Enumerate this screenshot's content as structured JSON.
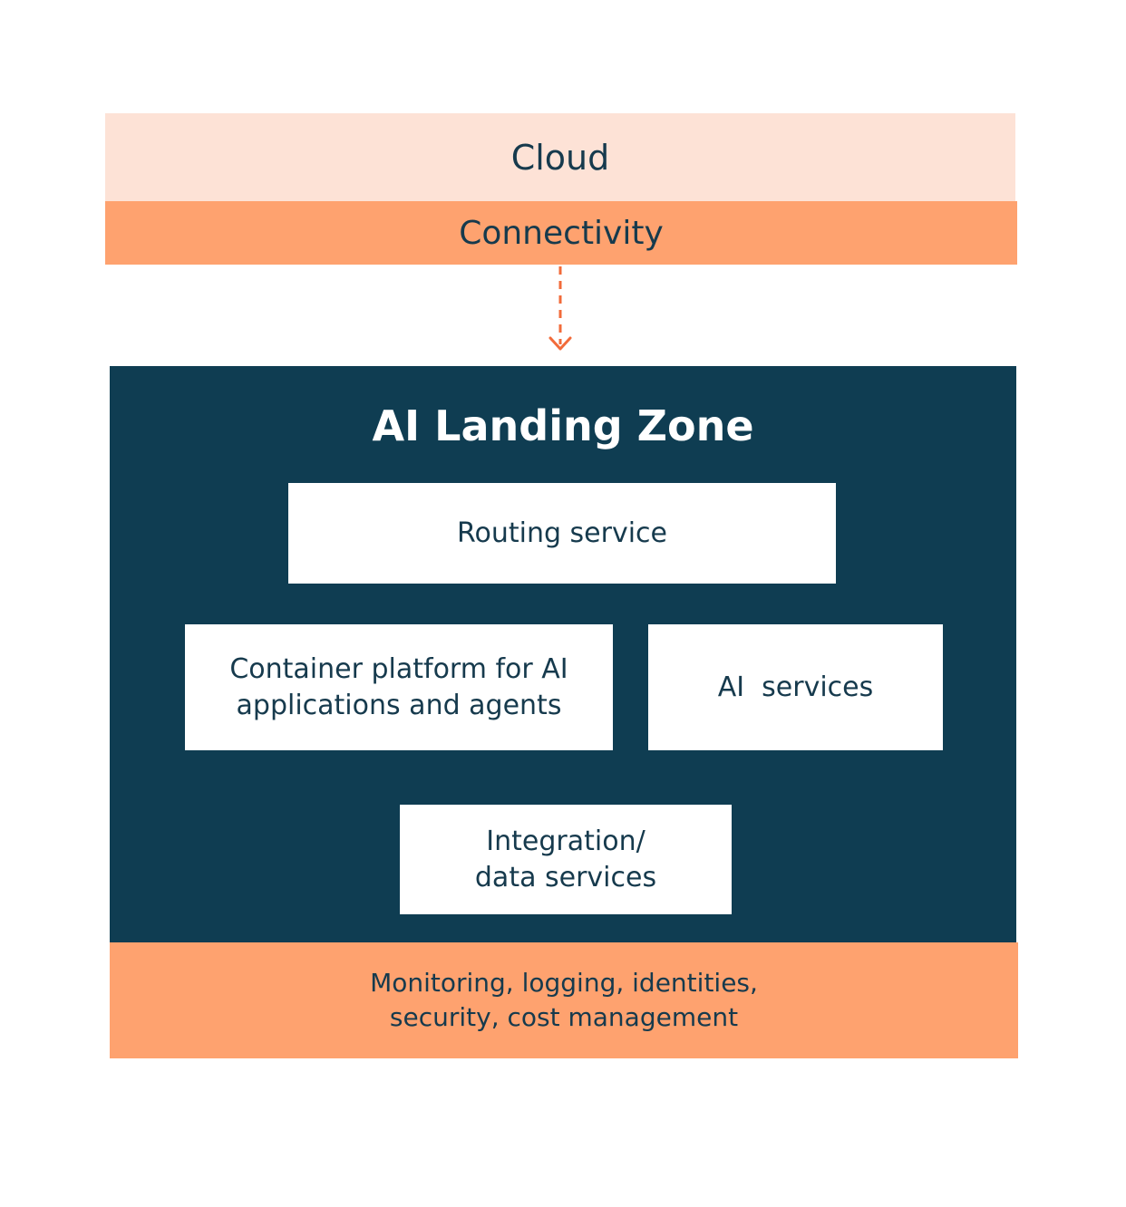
{
  "cloud": {
    "label": "Cloud"
  },
  "connectivity": {
    "label": "Connectivity"
  },
  "landing_zone": {
    "title": "AI Landing Zone",
    "boxes": {
      "routing": "Routing service",
      "container_line1": "Container platform for AI",
      "container_line2": "applications and agents",
      "ai_services": "AI  services",
      "integration_line1": "Integration/",
      "integration_line2": "data services"
    }
  },
  "monitoring": {
    "line1": "Monitoring, logging, identities,",
    "line2": "security, cost management"
  },
  "colors": {
    "cloud": "#fde2d6",
    "connectivity": "#fea26f",
    "zone": "#0f3d52",
    "arrow": "#f26b3a",
    "text_dark": "#163a4d"
  }
}
